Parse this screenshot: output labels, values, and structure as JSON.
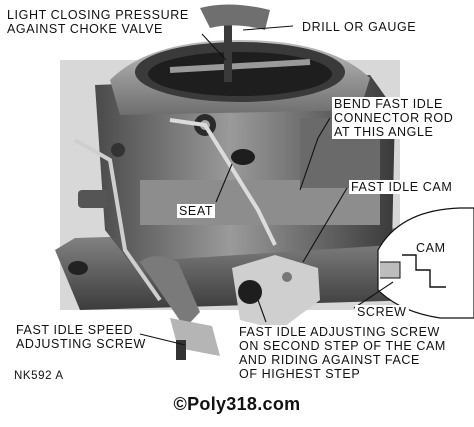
{
  "figure": {
    "code": "NK592 A",
    "copyright": "©Poly318.com"
  },
  "labels": {
    "light_closing_1": "LIGHT CLOSING PRESSURE",
    "light_closing_2": "AGAINST CHOKE VALVE",
    "drill_gauge": "DRILL OR GAUGE",
    "bend_1": "BEND FAST IDLE",
    "bend_2": "CONNECTOR ROD",
    "bend_3": "AT THIS ANGLE",
    "fast_idle_cam": "FAST IDLE CAM",
    "seat": "SEAT",
    "cam": "CAM",
    "screw": "SCREW",
    "fis_1": "FAST IDLE SPEED",
    "fis_2": "ADJUSTING SCREW",
    "fia_1": "FAST IDLE ADJUSTING SCREW",
    "fia_2": "ON SECOND STEP OF THE CAM",
    "fia_3": "AND RIDING AGAINST FACE",
    "fia_4": "OF HIGHEST STEP"
  },
  "colors": {
    "metal_dark": "#2a2a2a",
    "metal_mid": "#7a7a7a",
    "metal_light": "#c9c9c9",
    "ink": "#111111"
  }
}
